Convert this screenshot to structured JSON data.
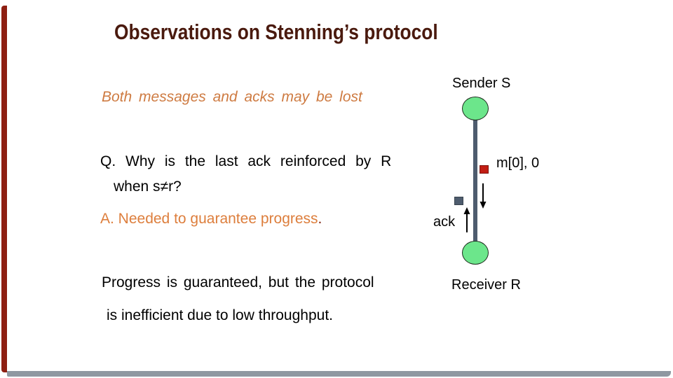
{
  "slide": {
    "title": "Observations on Stenning’s protocol",
    "body": {
      "observation": "Both messages and acks may be lost",
      "question_line1": "Q. Why is the last ack reinforced by R",
      "question_line2": "when s≠r?",
      "answer_text": "A. Needed to guarantee progress",
      "answer_period": ".",
      "conclusion_line1": "Progress is guaranteed, but the protocol",
      "conclusion_line2": "is inefficient due to low throughput."
    },
    "diagram": {
      "sender_label": "Sender S",
      "receiver_label": "Receiver R",
      "message_label": "m[0], 0",
      "ack_label": "ack"
    },
    "colors": {
      "title": "#4a1a0e",
      "left_border_bar": "#8e1f12",
      "bottom_border_bar": "#8f98a1",
      "observation_orange": "#ce7b42",
      "answer_orange": "#dd7e3c",
      "answer_period_maroon": "#7a2010",
      "node_green": "#6ce68b",
      "channel_slate": "#4e5c6e",
      "message_packet_red": "#c21e14",
      "body_text": "#000000"
    }
  }
}
